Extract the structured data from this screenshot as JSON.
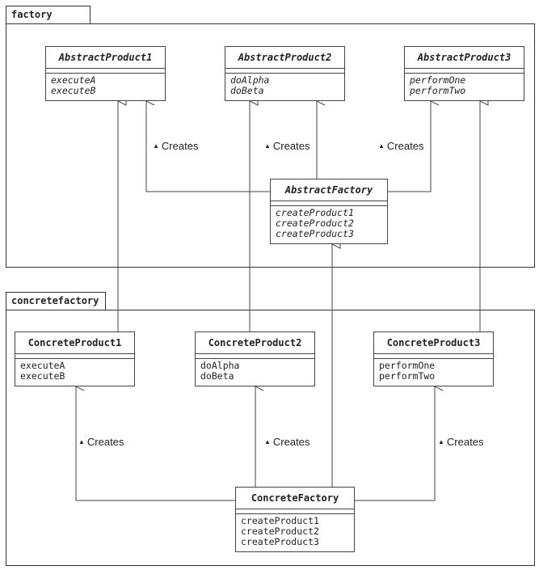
{
  "packages": {
    "factory": {
      "label": "factory"
    },
    "concretefactory": {
      "label": "concretefactory"
    }
  },
  "classes": {
    "abstract_product1": {
      "name": "AbstractProduct1",
      "ops": [
        "executeA",
        "executeB"
      ]
    },
    "abstract_product2": {
      "name": "AbstractProduct2",
      "ops": [
        "doAlpha",
        "doBeta"
      ]
    },
    "abstract_product3": {
      "name": "AbstractProduct3",
      "ops": [
        "performOne",
        "performTwo"
      ]
    },
    "abstract_factory": {
      "name": "AbstractFactory",
      "ops": [
        "createProduct1",
        "createProduct2",
        "createProduct3"
      ]
    },
    "concrete_product1": {
      "name": "ConcreteProduct1",
      "ops": [
        "executeA",
        "executeB"
      ]
    },
    "concrete_product2": {
      "name": "ConcreteProduct2",
      "ops": [
        "doAlpha",
        "doBeta"
      ]
    },
    "concrete_product3": {
      "name": "ConcreteProduct3",
      "ops": [
        "performOne",
        "performTwo"
      ]
    },
    "concrete_factory": {
      "name": "ConcreteFactory",
      "ops": [
        "createProduct1",
        "createProduct2",
        "createProduct3"
      ]
    }
  },
  "labels": {
    "creates": "Creates"
  },
  "colors": {
    "line": "#444444",
    "background": "#ffffff"
  }
}
